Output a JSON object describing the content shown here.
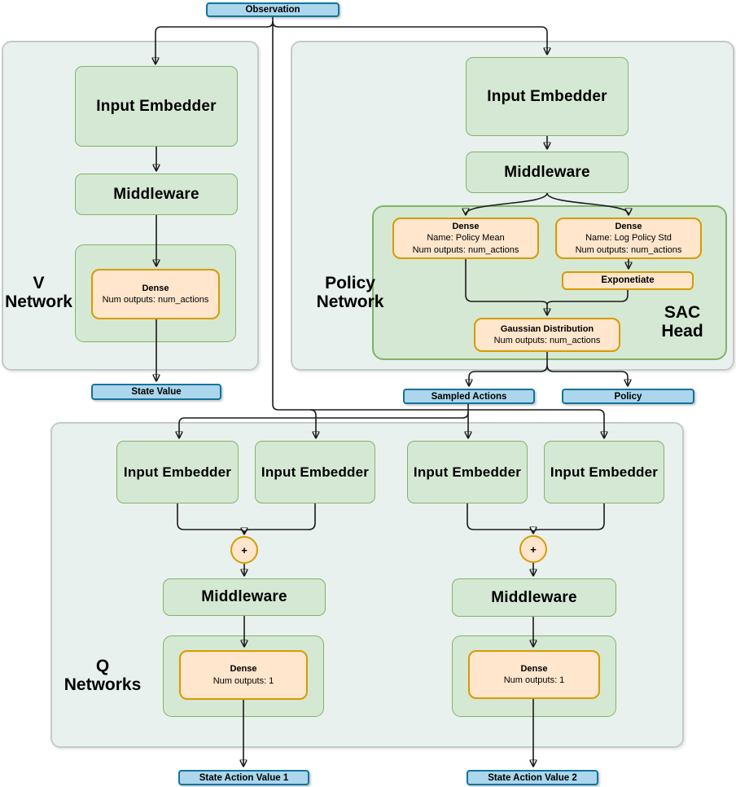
{
  "diagram": {
    "observation_label": "Observation",
    "v_network": {
      "label_line1": "V",
      "label_line2": "Network",
      "input_embedder": "Input Embedder",
      "middleware": "Middleware",
      "dense": {
        "title": "Dense",
        "line1": "Num outputs: num_actions"
      },
      "output": "State Value"
    },
    "policy_network": {
      "label_line1": "Policy",
      "label_line2": "Network",
      "input_embedder": "Input Embedder",
      "middleware": "Middleware",
      "sac_head": {
        "label_line1": "SAC",
        "label_line2": "Head",
        "dense_mean": {
          "title": "Dense",
          "line1": "Name: Policy Mean",
          "line2": "Num outputs: num_actions"
        },
        "dense_std": {
          "title": "Dense",
          "line1": "Name: Log Policy Std",
          "line2": "Num outputs: num_actions"
        },
        "exponetiate": "Exponetiate",
        "gaussian": {
          "title": "Gaussian Distribution",
          "line1": "Num outputs: num_actions"
        }
      },
      "output_sampled_actions": "Sampled Actions",
      "output_policy": "Policy"
    },
    "q_networks": {
      "label_line1": "Q",
      "label_line2": "Networks",
      "input_embedder": "Input Embedder",
      "middleware": "Middleware",
      "plus": "+",
      "dense": {
        "title": "Dense",
        "line1": "Num outputs: 1"
      },
      "output1": "State Action Value 1",
      "output2": "State Action Value 2"
    },
    "palette": {
      "container_fill": "#e9f1ee",
      "container_stroke": "#c3cbc7",
      "green_fill": "#d5e8d4",
      "green_stroke": "#82b366",
      "orange_fill": "#ffe6cc",
      "orange_stroke": "#d79b00",
      "blue_fill": "#abd6eb",
      "blue_stroke": "#10739e",
      "edge_color": "#1a1a1a"
    }
  }
}
